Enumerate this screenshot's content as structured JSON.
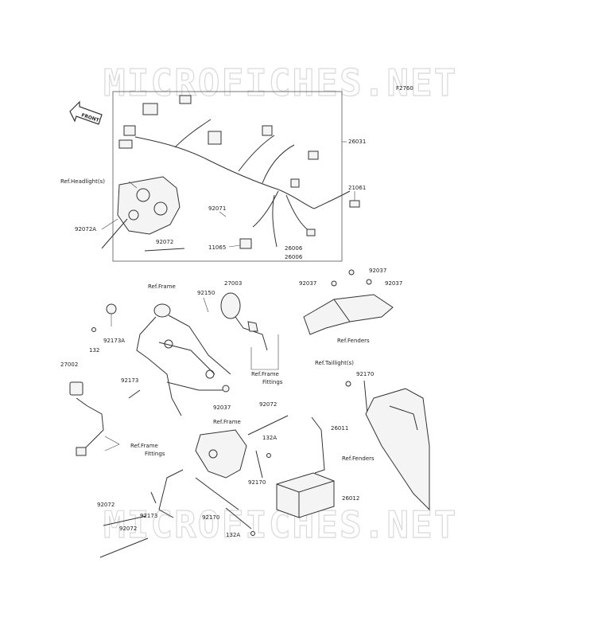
{
  "watermark": "MICROFICHES.NET",
  "diagram_code": "F2760",
  "front_label": "FRONT",
  "labels": {
    "p26031": "26031",
    "p21061": "21061",
    "p92071": "92071",
    "p11065": "11065",
    "p26006a": "26006",
    "p26006b": "26006",
    "ref_headlight": "Ref.Headlight(s)",
    "p92072a": "92072A",
    "p92072_top": "92072",
    "ref_frame_top": "Ref.Frame",
    "p27003": "27003",
    "p92150": "92150",
    "p92037_left": "92037",
    "p92037_top": "92037",
    "p92037_right": "92037",
    "ref_fenders_top": "Ref.Fenders",
    "p92173a": "92173A",
    "p132": "132",
    "p27002": "27002",
    "p92173_mid": "92173",
    "ref_frame_fittings1_a": "Ref.Frame",
    "ref_frame_fittings1_b": "Fittings",
    "p92037_mid": "92037",
    "ref_taillight": "Ref.Taillight(s)",
    "p92170_top": "92170",
    "p92072_mid": "92072",
    "ref_frame_mid": "Ref.Frame",
    "p26011": "26011",
    "p132a_mid": "132A",
    "ref_frame_fittings2_a": "Ref.Frame",
    "ref_frame_fittings2_b": "Fittings",
    "ref_fenders_bottom": "Ref.Fenders",
    "p92170_mid": "92170",
    "p26012": "26012",
    "p92072_low1": "92072",
    "p92173_low": "92173",
    "p92170_low": "92170",
    "p92072_low2": "92072",
    "p132a_low": "132A"
  }
}
